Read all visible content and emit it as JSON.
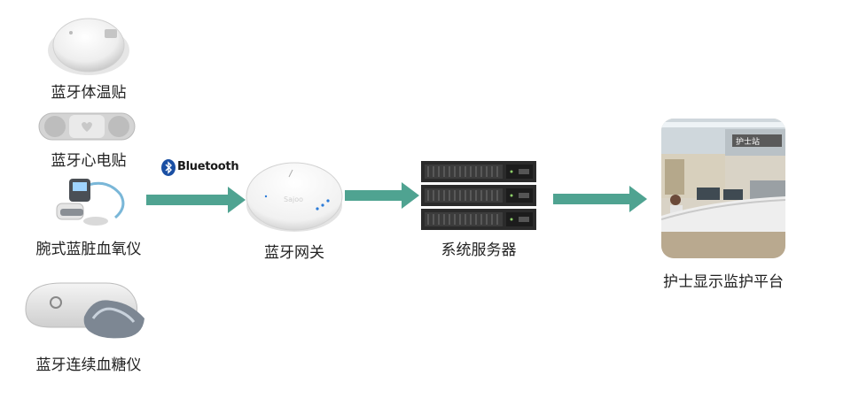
{
  "devices": {
    "temp_patch": "蓝牙体温贴",
    "ecg_patch": "蓝牙心电贴",
    "oximeter": "腕式蓝脏血氧仪",
    "glucose": "蓝牙连续血糖仪"
  },
  "bluetooth_badge": "Bluetooth",
  "gateway": {
    "label": "蓝牙网关",
    "brand_text": "Sajoo"
  },
  "server": {
    "label": "系统服务器"
  },
  "nurse_platform": {
    "label": "护士显示监护平台",
    "sign_text": "护士站"
  },
  "colors": {
    "arrow": "#4fa391",
    "text": "#222222"
  }
}
